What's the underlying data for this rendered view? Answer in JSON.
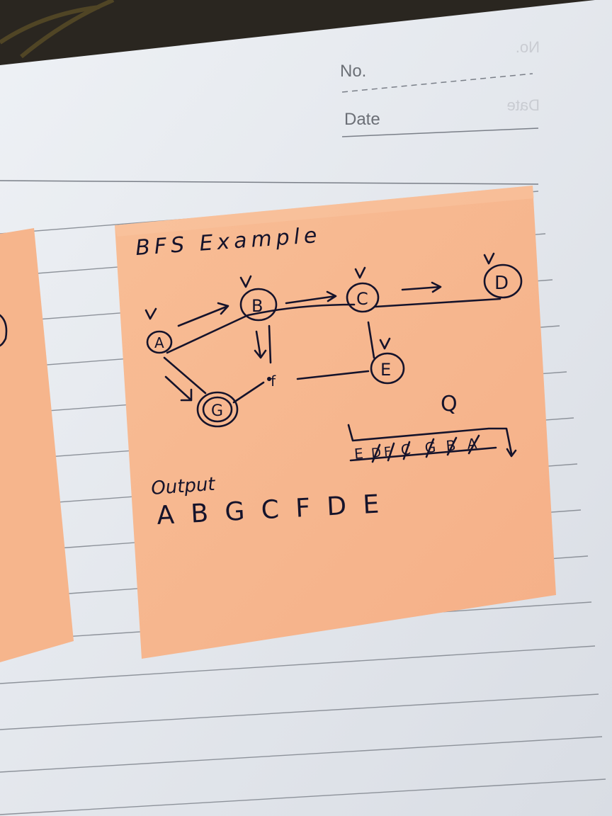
{
  "notebook": {
    "no_label": "No.",
    "date_label": "Date",
    "ghost_no": "No.",
    "ghost_date": "Date"
  },
  "sticky_note": {
    "title": "BFS Example",
    "graph": {
      "nodes": [
        "A",
        "B",
        "C",
        "D",
        "E",
        "f",
        "G"
      ],
      "edges": [
        [
          "A",
          "B"
        ],
        [
          "A",
          "C"
        ],
        [
          "A",
          "G"
        ],
        [
          "B",
          "C"
        ],
        [
          "B",
          "f"
        ],
        [
          "C",
          "D"
        ],
        [
          "C",
          "E"
        ],
        [
          "G",
          "f"
        ],
        [
          "f",
          "E"
        ]
      ]
    },
    "queue": {
      "label": "Q",
      "items": [
        "E",
        "D",
        "F",
        "C",
        "G",
        "B",
        "A"
      ]
    },
    "output_label": "Output",
    "output_sequence": "A B G C F D E"
  },
  "colors": {
    "paper": "#e9ecf1",
    "sticky": "#f7b98f",
    "ink": "#15132b",
    "background": "#2a2620"
  }
}
